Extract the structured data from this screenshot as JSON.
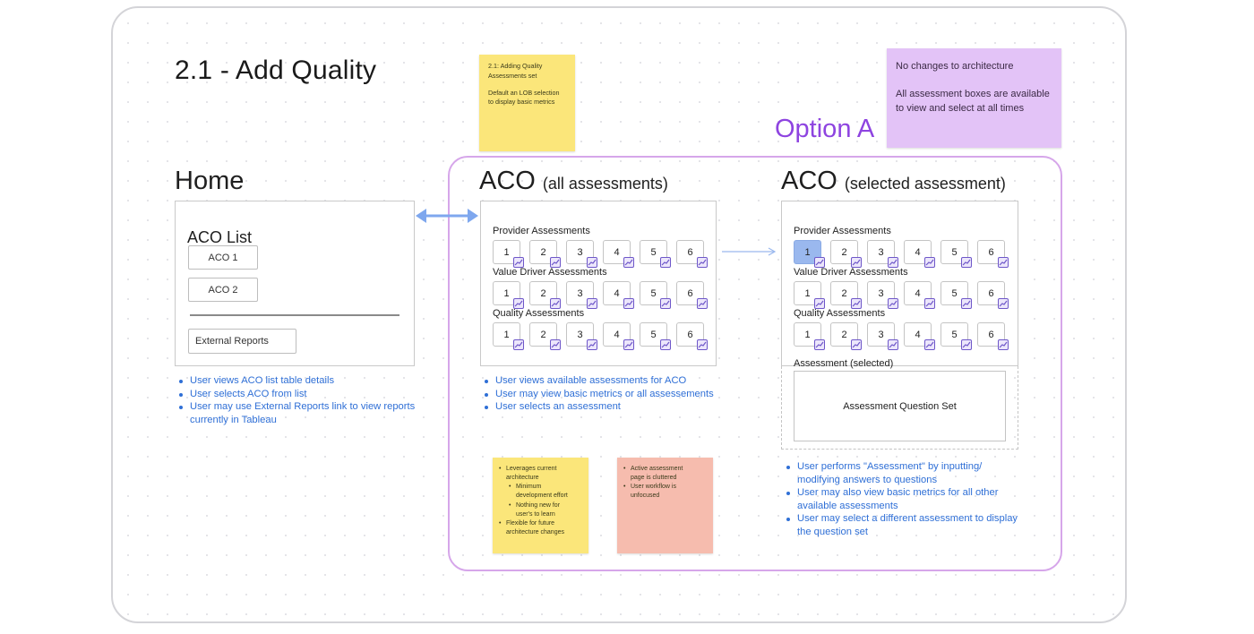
{
  "page_title": "2.1 - Add Quality",
  "option_label": "Option A",
  "sticky_top": {
    "line1": "2.1: Adding Quality",
    "line2": "Assessments set",
    "line3": "Default an LOB selection",
    "line4": "to display basic metrics"
  },
  "sticky_purple": {
    "line1": "No changes to architecture",
    "line2": "All assessment boxes are available",
    "line3": "to view and select at all times"
  },
  "home": {
    "title": "Home",
    "list_title": "ACO List",
    "aco1": "ACO 1",
    "aco2": "ACO 2",
    "external_reports": "External Reports",
    "bullets": [
      "User views ACO list table details",
      "User selects ACO from list",
      "User may use External Reports link to view reports",
      "currently in Tableau"
    ]
  },
  "aco_all": {
    "title": "ACO",
    "subtitle": "(all assessments)",
    "groups": [
      "Provider Assessments",
      "Value Driver Assessments",
      "Quality Assessments"
    ],
    "box_labels": [
      "1",
      "2",
      "3",
      "4",
      "5",
      "6"
    ],
    "bullets": [
      "User views available assessments for ACO",
      "User may view basic metrics or all assessements",
      "User selects an assessment"
    ]
  },
  "aco_selected": {
    "title": "ACO",
    "subtitle": "(selected assessment)",
    "groups": [
      "Provider Assessments",
      "Value Driver Assessments",
      "Quality Assessments"
    ],
    "box_labels": [
      "1",
      "2",
      "3",
      "4",
      "5",
      "6"
    ],
    "selected_label": "Assessment (selected)",
    "question_set": "Assessment Question Set",
    "bullets": [
      "User performs \"Assessment\" by inputting/",
      "modifying answers to questions",
      "User may also view basic metrics for all other",
      "available assessments",
      "User may select a different assessment to display",
      "the question set"
    ]
  },
  "sticky_pros": {
    "items": [
      "Leverages current",
      "architecture",
      "Minimum",
      "development effort",
      "Nothing new for",
      "user's to learn",
      "Flexible for future",
      "architecture changes"
    ]
  },
  "sticky_cons": {
    "items": [
      "Active assessment",
      "page is cluttered",
      "User workflow is",
      "unfocused"
    ]
  },
  "colors": {
    "bullet_blue": "#2f6fd6",
    "option_purple": "#8e44e0",
    "frame_purple": "#d6a6ea",
    "arrow_blue": "#7ea7ee",
    "selected_box": "#9ab8ee"
  }
}
